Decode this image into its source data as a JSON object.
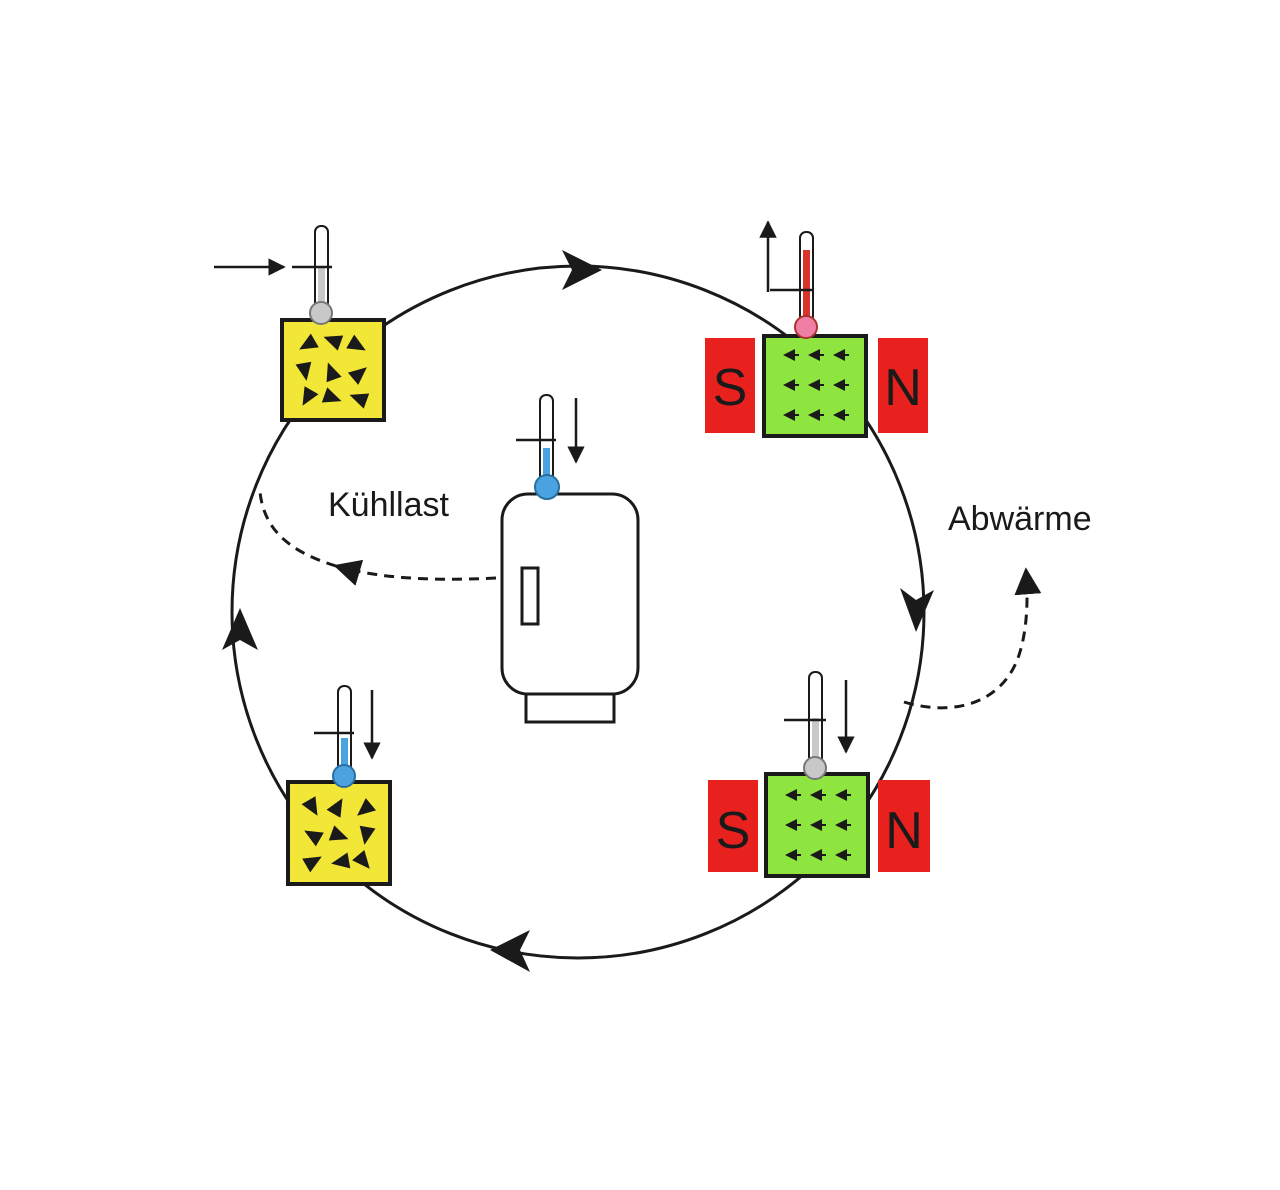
{
  "labels": {
    "cooling_load": "Kühllast",
    "waste_heat": "Abwärme"
  },
  "magnets": {
    "south": "S",
    "north": "N"
  },
  "colors": {
    "demagnetized_block": "#f2e636",
    "magnetized_block": "#8ee53f",
    "magnet": "#e8201e",
    "hot_thermometer": "#d9342b",
    "cold_bulb": "#4aa3e0",
    "neutral_bulb": "#c8c8c8",
    "hot_bulb": "#f07fa6"
  }
}
